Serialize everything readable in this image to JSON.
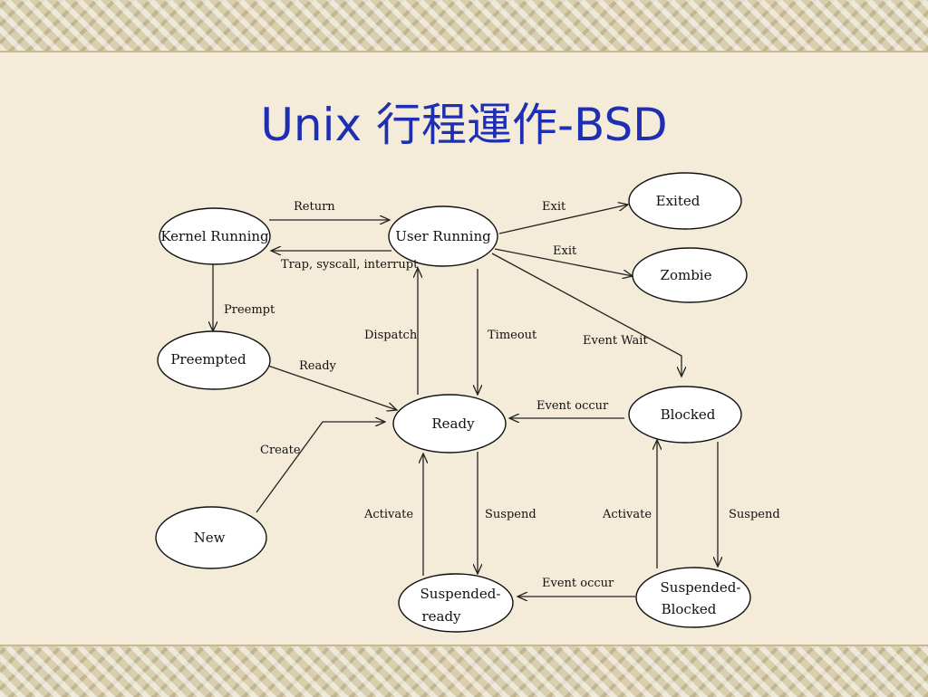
{
  "slide": {
    "title": "Unix 行程運作-BSD"
  },
  "nodes": {
    "kernel_running": "Kernel Running",
    "user_running": "User Running",
    "exited": "Exited",
    "zombie": "Zombie",
    "preempted": "Preempted",
    "ready": "Ready",
    "blocked": "Blocked",
    "new": "New",
    "suspended_ready_line1": "Suspended-",
    "suspended_ready_line2": "ready",
    "suspended_blocked_line1": "Suspended-",
    "suspended_blocked_line2": "Blocked"
  },
  "edges": {
    "return": "Return",
    "trap": "Trap, syscall, interrupt",
    "exit_exited": "Exit",
    "exit_zombie": "Exit",
    "preempt": "Preempt",
    "dispatch": "Dispatch",
    "timeout": "Timeout",
    "event_wait": "Event Wait",
    "ready": "Ready",
    "event_occur_blocked": "Event occur",
    "create": "Create",
    "activate_ready": "Activate",
    "suspend_ready": "Suspend",
    "activate_blocked": "Activate",
    "suspend_blocked": "Suspend",
    "event_occur_suspended": "Event occur"
  }
}
